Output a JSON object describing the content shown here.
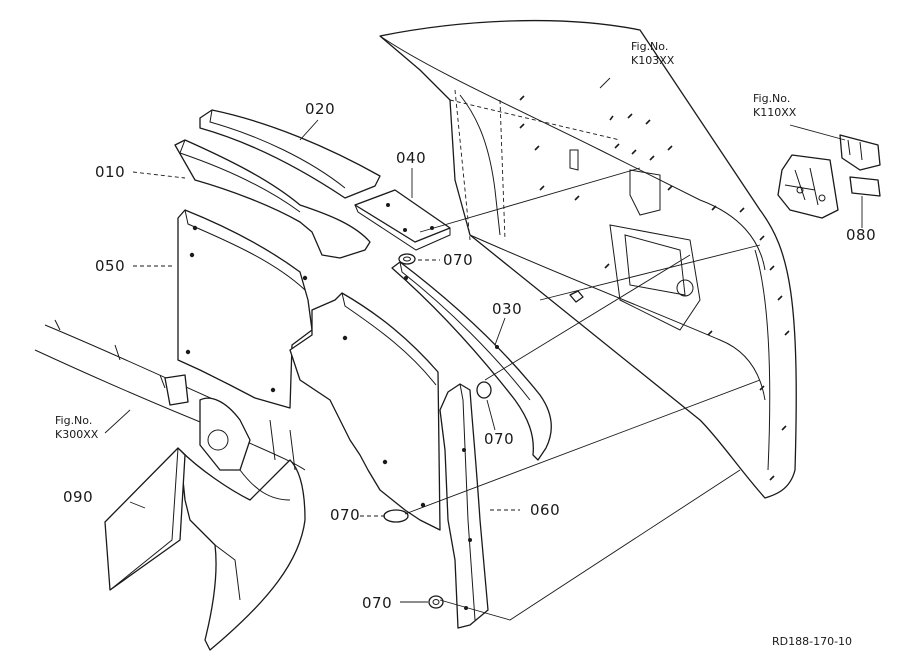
{
  "parts": [
    {
      "id": "010",
      "label": "010"
    },
    {
      "id": "020",
      "label": "020"
    },
    {
      "id": "030",
      "label": "030"
    },
    {
      "id": "040",
      "label": "040"
    },
    {
      "id": "050",
      "label": "050"
    },
    {
      "id": "060",
      "label": "060"
    },
    {
      "id": "070a",
      "label": "070"
    },
    {
      "id": "070b",
      "label": "070"
    },
    {
      "id": "070c",
      "label": "070"
    },
    {
      "id": "070d",
      "label": "070"
    },
    {
      "id": "080",
      "label": "080"
    },
    {
      "id": "090",
      "label": "090"
    }
  ],
  "figure_refs": [
    {
      "line1": "Fig.No.",
      "line2": "K103XX"
    },
    {
      "line1": "Fig.No.",
      "line2": "K110XX"
    },
    {
      "line1": "Fig.No.",
      "line2": "K300XX"
    }
  ],
  "drawing_code": "RD188-170-10",
  "colors": {
    "line": "#1a1a1a",
    "background": "#ffffff"
  }
}
